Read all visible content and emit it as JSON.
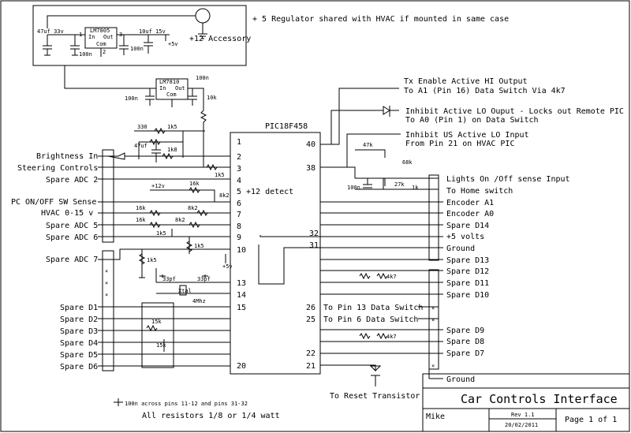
{
  "notes": {
    "regulator": "+ 5 Regulator shared with HVAC if mounted in same case",
    "accessory": "+12 Accessory",
    "bypass": "100n across pins 11-12 and pins 31-32",
    "resistors": "All resistors 1/8 or 1/4 watt",
    "reset": "To Reset Transistor",
    "plus12detect": "+12 detect",
    "tx": [
      "Tx Enable Active HI Output",
      "To A1 (Pin 16) Data Switch Via 4k7"
    ],
    "inhibit_lo": [
      "Inhibit Active LO Ouput - Locks out Remote PIC",
      "To A0 (Pin 1) on Data Switch"
    ],
    "inhibit_us": [
      "Inhibit US Active LO Input",
      "From Pin 21 on HVAC PIC"
    ],
    "ds13": "To Pin 13 Data Switch",
    "ds6": "To Pin 6 Data Switch"
  },
  "chip": {
    "name": "PIC18F458"
  },
  "left_labels": [
    "Brightness In",
    "Steering Controls",
    "Spare ADC 2",
    "PC ON/OFF SW Sense",
    "HVAC 0-15 v",
    "Spare ADC 5",
    "Spare ADC 6",
    "Spare ADC 7",
    "Spare D1",
    "Spare D2",
    "Spare D3",
    "Spare D4",
    "Spare D5",
    "Spare D6"
  ],
  "right_labels": [
    "Lights On /Off sense Input",
    "To Home switch",
    "Encoder A1",
    "Encoder A0",
    "Spare D14",
    "+5 volts",
    "Ground",
    "Spare D13",
    "Spare D12",
    "Spare D11",
    "Spare D10",
    "Spare D9",
    "Spare D8",
    "Spare D7",
    "Ground"
  ],
  "pins_left": [
    "1",
    "2",
    "3",
    "4",
    "5",
    "6",
    "7",
    "8",
    "9",
    "10",
    "13",
    "14",
    "15",
    "20"
  ],
  "pins_right": [
    "40",
    "38",
    "32",
    "31",
    "26",
    "25",
    "22",
    "21"
  ],
  "components": {
    "lm7805": "LM7805",
    "lm7810": "LM7810",
    "in": "In",
    "out": "Out",
    "com": "Com",
    "c47uf33v": "47uf 33v",
    "c10uf15v": "10uf 15v",
    "c100n": "100n",
    "plus5v": "+5v",
    "plus12v": "+12v",
    "r10k": "10k",
    "r68k": "68k",
    "r330": "330",
    "r1k5": "1k5",
    "r1k8": "1k8",
    "c47uf": "47uf",
    "r16k": "16k",
    "r8k2": "8k2",
    "r1k": "1k",
    "r47k": "47k",
    "r27k": "27k",
    "r4k7": "4k7",
    "r15k": "15k",
    "c33pf": "33pf",
    "xtal": "Xtal",
    "mhz": "4Mhz"
  },
  "title_block": {
    "title": "Car Controls Interface",
    "author": "Mike",
    "rev": "Rev 1.1",
    "date": "20/02/2011",
    "page": "Page 1 of 1"
  }
}
